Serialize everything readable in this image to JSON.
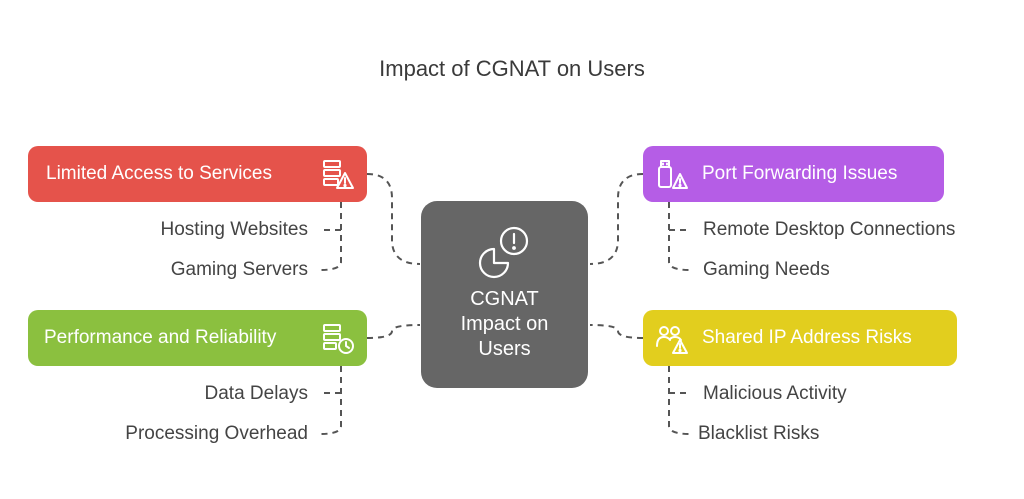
{
  "title": "Impact of CGNAT on Users",
  "center": {
    "lines": [
      "CGNAT",
      "Impact on",
      "Users"
    ],
    "icon": "pie-chart-alert-icon",
    "color": "#666666"
  },
  "branches": [
    {
      "id": "limited-access",
      "label": "Limited Access to Services",
      "color": "#E5534B",
      "icon": "server-warning-icon",
      "items": [
        "Hosting Websites",
        "Gaming Servers"
      ]
    },
    {
      "id": "performance",
      "label": "Performance and Reliability",
      "color": "#8BC03F",
      "icon": "server-clock-icon",
      "items": [
        "Data Delays",
        "Processing Overhead"
      ]
    },
    {
      "id": "port-forwarding",
      "label": "Port Forwarding Issues",
      "color": "#B55DE6",
      "icon": "usb-warning-icon",
      "items": [
        "Remote Desktop Connections",
        "Gaming Needs"
      ]
    },
    {
      "id": "shared-ip",
      "label": "Shared IP Address Risks",
      "color": "#E2CE1E",
      "icon": "users-warning-icon",
      "items": [
        "Malicious Activity",
        "Blacklist Risks"
      ]
    }
  ]
}
